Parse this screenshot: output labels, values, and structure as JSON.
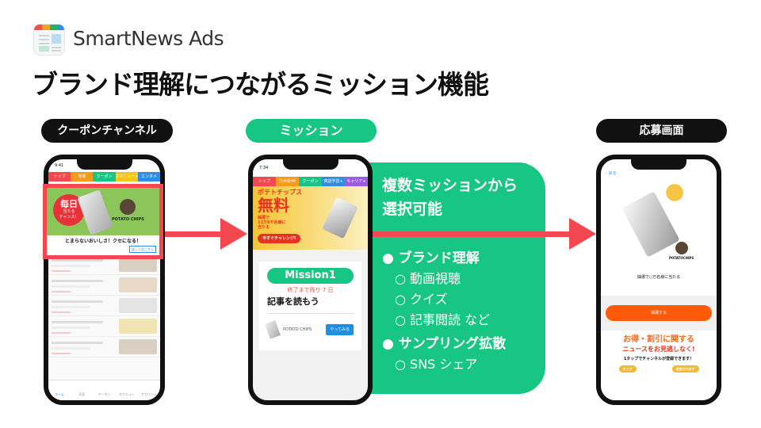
{
  "header": {
    "brand": "SmartNews Ads",
    "title": "ブランド理解につながるミッション機能",
    "logo_colors": [
      "#f25042",
      "#f7a11c",
      "#1fb36b",
      "#2f8de4"
    ]
  },
  "sections": {
    "left_label": "クーポンチャンネル",
    "middle_label": "ミッション",
    "right_label": "応募画面"
  },
  "colors": {
    "green": "#16c682",
    "red": "#f3484f",
    "orange": "#ff5a0a",
    "dark": "#111111"
  },
  "left_phone": {
    "time": "9:41",
    "tabs": [
      {
        "label": "トップ",
        "color": "#f3484f"
      },
      {
        "label": "地域",
        "color": "#f79a1c"
      },
      {
        "label": "クーポン",
        "color": "#16c682"
      },
      {
        "label": "スマニュー+",
        "color": "#f3c61c"
      },
      {
        "label": "エンタメ",
        "color": "#2f8de4"
      }
    ],
    "ad_badge": [
      "毎日",
      "当たる",
      "チャンス！"
    ],
    "ad_brand": "POTATO CHIPS",
    "ad_caption": "とまらないおいしさ！クセになる！",
    "ad_link": "詳しくはこちら",
    "bottom_nav": [
      "ホーム",
      "天気",
      "クーポン",
      "スマニュー",
      "アカウント"
    ]
  },
  "middle_phone": {
    "time": "7:34",
    "tabs": [
      {
        "label": "トップ",
        "color": "#f3484f"
      },
      {
        "label": "乃木坂46",
        "color": "#f79a1c"
      },
      {
        "label": "クーポン",
        "color": "#16c682"
      },
      {
        "label": "英語学習+",
        "color": "#2f8de4"
      },
      {
        "label": "キャリア+",
        "color": "#9b5de5"
      }
    ],
    "banner": {
      "title": "ポテトチップス",
      "big": "無料",
      "sub": "抽選で\n11万6千名様に\n当たる",
      "cta": "今すぐチャレンジ!"
    },
    "mission": {
      "label": "Mission1",
      "remaining": "終了まで残り 7 日",
      "task": "記事を読もう",
      "brand": "POTATO CHIPS",
      "button": "やってみる"
    }
  },
  "green_box": {
    "heading": [
      "複数ミッションから",
      "選択可能"
    ],
    "items": [
      {
        "label": "ブランド理解",
        "sub": [
          "動画視聴",
          "クイズ",
          "記事閲読 など"
        ]
      },
      {
        "label": "サンプリング拡散",
        "sub": [
          "SNS シェア"
        ]
      }
    ]
  },
  "right_phone": {
    "back": "戻る",
    "brand": "POTATOCHIPS",
    "prize": "抽選で○万名様に当たる",
    "button": "抽選する",
    "promo_line1": "お得・割引に関する",
    "promo_line2": "ニュースをお見逃しなく!",
    "promo_sub": "1タップでチャンネルが登録できます！",
    "bubble_tap": "タップ",
    "bubble_added": "追加されます"
  }
}
